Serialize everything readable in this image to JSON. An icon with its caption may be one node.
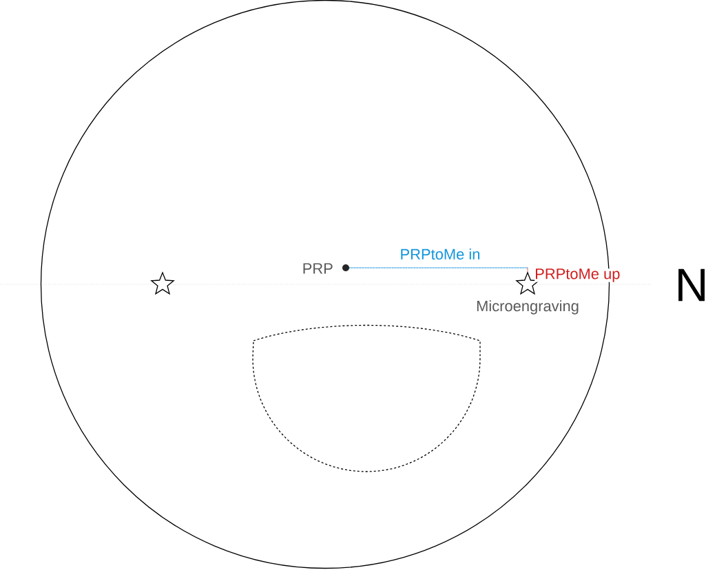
{
  "diagram": {
    "nodes": [
      {
        "text": [],
        "shape": "circle"
      },
      {
        "text": [],
        "shape": "dot",
        "beside": [
          "PRP"
        ],
        "in": 0
      },
      {
        "text": [],
        "shape": "star",
        "in": 0
      },
      {
        "text": [],
        "shape": "star",
        "beside": [
          "Microengraving"
        ],
        "in": 0
      },
      {
        "text": [],
        "shape": "segment",
        "in": 0
      }
    ],
    "labels": [
      "PRPtoMe in",
      "PRPtoMe up",
      "N"
    ]
  }
}
